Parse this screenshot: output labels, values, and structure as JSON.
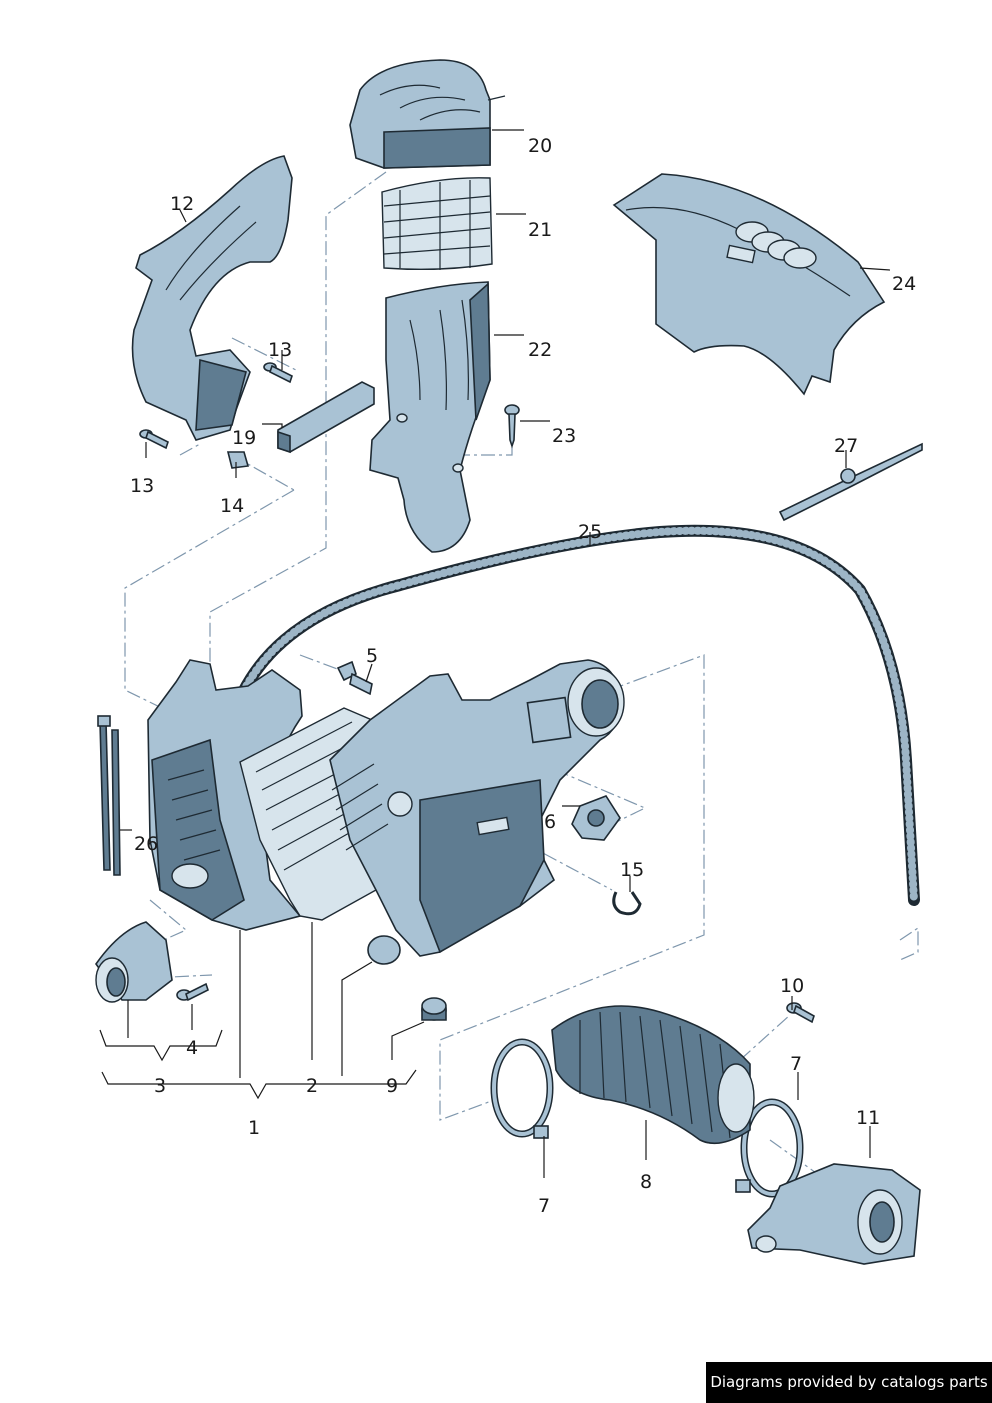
{
  "colors": {
    "part_fill": "#a9c2d4",
    "part_shadow": "#5f7c91",
    "outline": "#1e2a33",
    "dash_line": "#7f97ad",
    "credit_bg": "#000000",
    "credit_text": "#ffffff"
  },
  "callouts": {
    "c20": "20",
    "c21": "21",
    "c22": "22",
    "c23": "23",
    "c24": "24",
    "c12": "12",
    "c13a": "13",
    "c13b": "13",
    "c19": "19",
    "c14": "14",
    "c25": "25",
    "c27": "27",
    "c5": "5",
    "c6": "6",
    "c15": "15",
    "c26": "26",
    "c4": "4",
    "c3": "3",
    "c2": "2",
    "c9": "9",
    "c1": "1",
    "c10": "10",
    "c7a": "7",
    "c7b": "7",
    "c8": "8",
    "c11": "11"
  },
  "credit": "Diagrams provided by catalogs parts"
}
